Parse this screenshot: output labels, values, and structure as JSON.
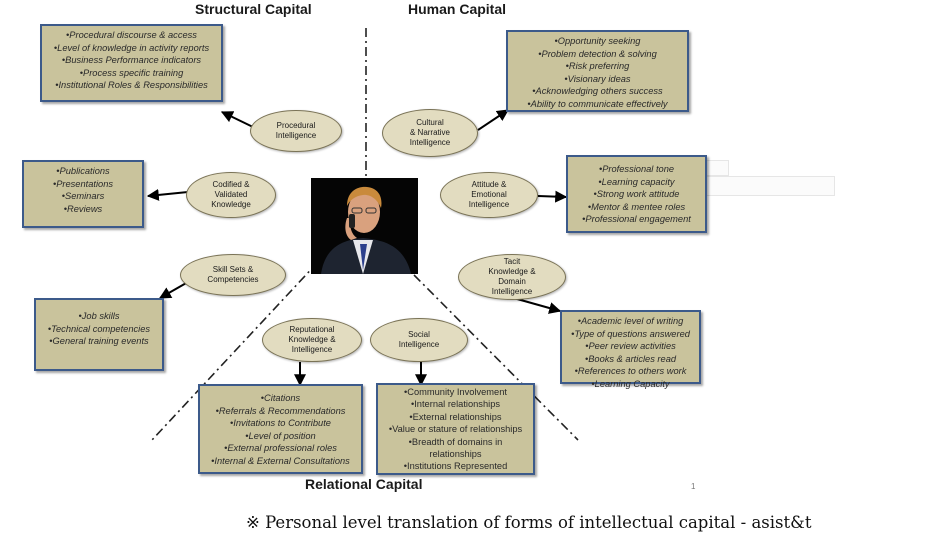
{
  "titles": {
    "structural": "Structural Capital",
    "human": "Human Capital",
    "relational": "Relational Capital"
  },
  "boxes": {
    "procedural": [
      "•Procedural discourse & access",
      "•Level of knowledge in activity reports",
      "•Business Performance indicators",
      "•Process specific training",
      "•Institutional Roles & Responsibilities"
    ],
    "codified": [
      "•Publications",
      "•Presentations",
      "•Seminars",
      "•Reviews"
    ],
    "skills": [
      "•Job skills",
      "•Technical competencies",
      "•General training events"
    ],
    "cultural": [
      "•Opportunity seeking",
      "•Problem detection & solving",
      "•Risk preferring",
      "•Visionary ideas",
      "•Acknowledging others success",
      "•Ability to communicate effectively"
    ],
    "attitude": [
      "•Professional tone",
      "•Learning capacity",
      "•Strong work attitude",
      "•Mentor & mentee roles",
      "•Professional engagement"
    ],
    "tacit": [
      "•Academic level of writing",
      "•Type of questions answered",
      "•Peer review activities",
      "•Books & articles read",
      "•References to others work",
      "•Learning Capacity"
    ],
    "reputational": [
      "•Citations",
      "•Referrals & Recommendations",
      "•Invitations to Contribute",
      "•Level of position",
      "•External professional roles",
      "•Internal & External Consultations"
    ],
    "social": [
      "•Community Involvement",
      "•Internal relationships",
      "•External relationships",
      "•Value or stature of relationships",
      "•Breadth of domains in",
      "relationships",
      "•Institutions Represented"
    ]
  },
  "ovals": {
    "procedural": [
      "Procedural",
      "Intelligence"
    ],
    "codified": [
      "Codified  &",
      "Validated",
      "Knowledge"
    ],
    "skills": [
      "Skill Sets &",
      "Competencies"
    ],
    "cultural": [
      "Cultural",
      "& Narrative",
      "Intelligence"
    ],
    "attitude": [
      "Attitude &",
      "Emotional",
      "Intelligence"
    ],
    "tacit": [
      "Tacit",
      "Knowledge &",
      "Domain",
      "Intelligence"
    ],
    "reputational": [
      "Reputational",
      "Knowledge &",
      "Intelligence"
    ],
    "social": [
      "Social",
      "Intelligence"
    ]
  },
  "page_number": "1",
  "caption": "※ Personal level translation of forms of intellectual capital - asist&t",
  "colors": {
    "box_fill": "#c9c39c",
    "box_border": "#3c5a8a",
    "oval_fill": "#e2dcc0"
  }
}
